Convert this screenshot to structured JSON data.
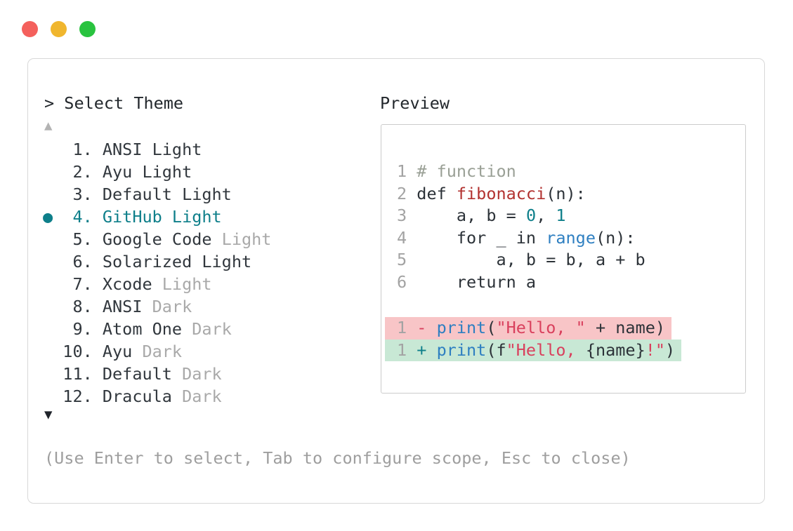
{
  "colors": {
    "accent_teal": "#0e7f8a",
    "func_red": "#b23230",
    "string_red": "#d9405d",
    "builtin_blue": "#2e7fc1",
    "comment": "#9aa096",
    "muted": "#a9a9a9",
    "removed_bg": "#f8c5c7",
    "added_bg": "#c8e8d5",
    "traffic_red": "#f4605c",
    "traffic_yellow": "#f0b62e",
    "traffic_green": "#29c33f"
  },
  "picker": {
    "prompt": "> Select Theme",
    "scroll_up": "▲",
    "scroll_down": "▼",
    "items": [
      {
        "num": "1",
        "name": "ANSI Light",
        "muted": "",
        "selected": false
      },
      {
        "num": "2",
        "name": "Ayu Light",
        "muted": "",
        "selected": false
      },
      {
        "num": "3",
        "name": "Default Light",
        "muted": "",
        "selected": false
      },
      {
        "num": "4",
        "name": "GitHub Light",
        "muted": "",
        "selected": true
      },
      {
        "num": "5",
        "name": "Google Code",
        "muted": "Light",
        "selected": false
      },
      {
        "num": "6",
        "name": "Solarized Light",
        "muted": "",
        "selected": false
      },
      {
        "num": "7",
        "name": "Xcode",
        "muted": "Light",
        "selected": false
      },
      {
        "num": "8",
        "name": "ANSI",
        "muted": "Dark",
        "selected": false
      },
      {
        "num": "9",
        "name": "Atom One",
        "muted": "Dark",
        "selected": false
      },
      {
        "num": "10",
        "name": "Ayu",
        "muted": "Dark",
        "selected": false
      },
      {
        "num": "11",
        "name": "Default",
        "muted": "Dark",
        "selected": false
      },
      {
        "num": "12",
        "name": "Dracula",
        "muted": "Dark",
        "selected": false
      }
    ]
  },
  "preview": {
    "title": "Preview",
    "lines": [
      {
        "no": "1",
        "tokens": [
          [
            "# function",
            "comment"
          ]
        ]
      },
      {
        "no": "2",
        "tokens": [
          [
            "def ",
            "fg"
          ],
          [
            "fibonacci",
            "func"
          ],
          [
            "(n):",
            "fg"
          ]
        ]
      },
      {
        "no": "3",
        "tokens": [
          [
            "    a, b = ",
            "fg"
          ],
          [
            "0",
            "num"
          ],
          [
            ", ",
            "fg"
          ],
          [
            "1",
            "num"
          ]
        ]
      },
      {
        "no": "4",
        "tokens": [
          [
            "    for _ in ",
            "fg"
          ],
          [
            "range",
            "builtin"
          ],
          [
            "(n):",
            "fg"
          ]
        ]
      },
      {
        "no": "5",
        "tokens": [
          [
            "        a, b = b, a + b",
            "fg"
          ]
        ]
      },
      {
        "no": "6",
        "tokens": [
          [
            "    return a",
            "fg"
          ]
        ]
      },
      {
        "blank": true
      },
      {
        "no": "1",
        "diff": "removed",
        "tokens": [
          [
            "- ",
            "minus"
          ],
          [
            "print",
            "builtin"
          ],
          [
            "(",
            "fg"
          ],
          [
            "\"Hello, \"",
            "string"
          ],
          [
            " + name)",
            "fg"
          ]
        ]
      },
      {
        "no": "1",
        "diff": "added",
        "tokens": [
          [
            "+ ",
            "plus"
          ],
          [
            "print",
            "builtin"
          ],
          [
            "(f",
            "fg"
          ],
          [
            "\"Hello, ",
            "string"
          ],
          [
            "{name}",
            "fg"
          ],
          [
            "!\"",
            "string"
          ],
          [
            ")",
            "fg"
          ]
        ]
      }
    ]
  },
  "footer": {
    "hint": "(Use Enter to select, Tab to configure scope, Esc to close)"
  }
}
